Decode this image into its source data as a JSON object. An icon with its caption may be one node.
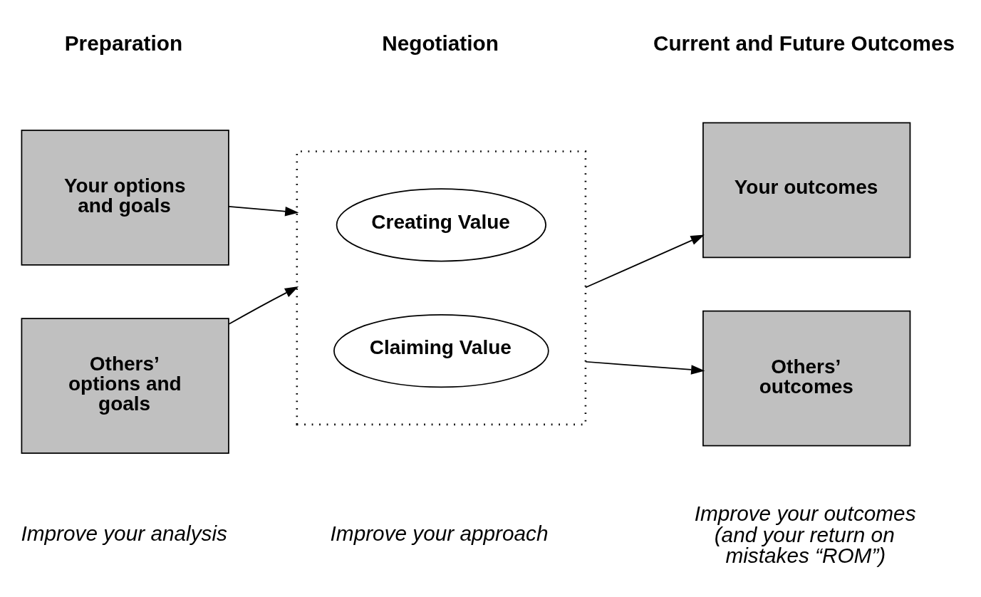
{
  "diagram": {
    "nodes": [
      {
        "text": [
          "Your options and goals"
        ]
      },
      {
        "text": [
          "Others’ options and goals"
        ]
      },
      {
        "text": [],
        "shape": "box"
      },
      {
        "text": [
          "Creating Value"
        ],
        "in": 2
      },
      {
        "text": [
          "Claiming Value"
        ],
        "in": 2
      },
      {
        "text": [
          "Your outcomes"
        ]
      },
      {
        "text": [
          "Others’ outcomes"
        ]
      }
    ],
    "edges": [
      {
        "from": 0,
        "to": 2,
        "arrow": "to"
      },
      {
        "from": 1,
        "to": 2,
        "arrow": "to"
      },
      {
        "from": 2,
        "to": 5,
        "arrow": "to"
      },
      {
        "from": 2,
        "to": 6,
        "arrow": "to"
      }
    ],
    "labels": [
      "Preparation",
      "Negotiation",
      "Current and Future Outcomes",
      "Improve your analysis",
      "Improve your approach",
      "Improve your outcomes (and your return on mistakes “ROM”)"
    ]
  }
}
